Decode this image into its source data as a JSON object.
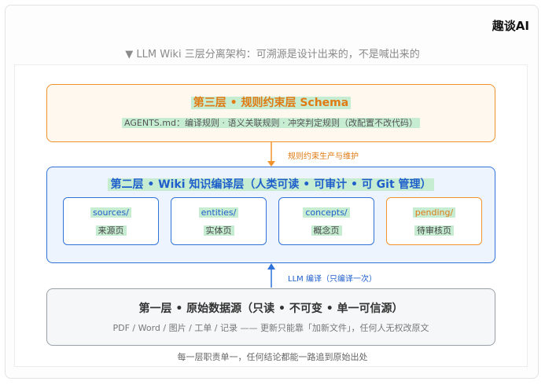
{
  "brand": "趣谈AI",
  "subtitle": "▼ LLM Wiki 三层分离架构：可溯源是设计出来的，不是喊出来的",
  "layer3": {
    "title": "第三层 • 规则约束层 Schema",
    "desc": "AGENTS.md：编译规则 · 语义关联规则 · 冲突判定规则（改配置不改代码）"
  },
  "arrow_top": {
    "label": "规则约束生产与维护"
  },
  "layer2": {
    "title": "第二层 • Wiki 知识编译层（人类可读 • 可审计 • 可 Git 管理）",
    "cards": [
      {
        "path": "sources/",
        "name": "来源页"
      },
      {
        "path": "entities/",
        "name": "实体页"
      },
      {
        "path": "concepts/",
        "name": "概念页"
      },
      {
        "path": "pending/",
        "name": "待审核页"
      }
    ]
  },
  "arrow_bottom": {
    "label": "LLM 编译（只编译一次）"
  },
  "layer1": {
    "title": "第一层 • 原始数据源（只读 • 不可变 • 单一可信源）",
    "desc": "PDF / Word / 图片 / 工单 / 记录 —— 更新只能靠「加新文件」，任何人无权改原文"
  },
  "footer": "每一层职责单一，任何结论都能一路追到原始出处",
  "colors": {
    "orange": "#f2922b",
    "blue": "#2f73d9",
    "gray": "#9aa0a8",
    "highlight": "#c6ecd1"
  }
}
